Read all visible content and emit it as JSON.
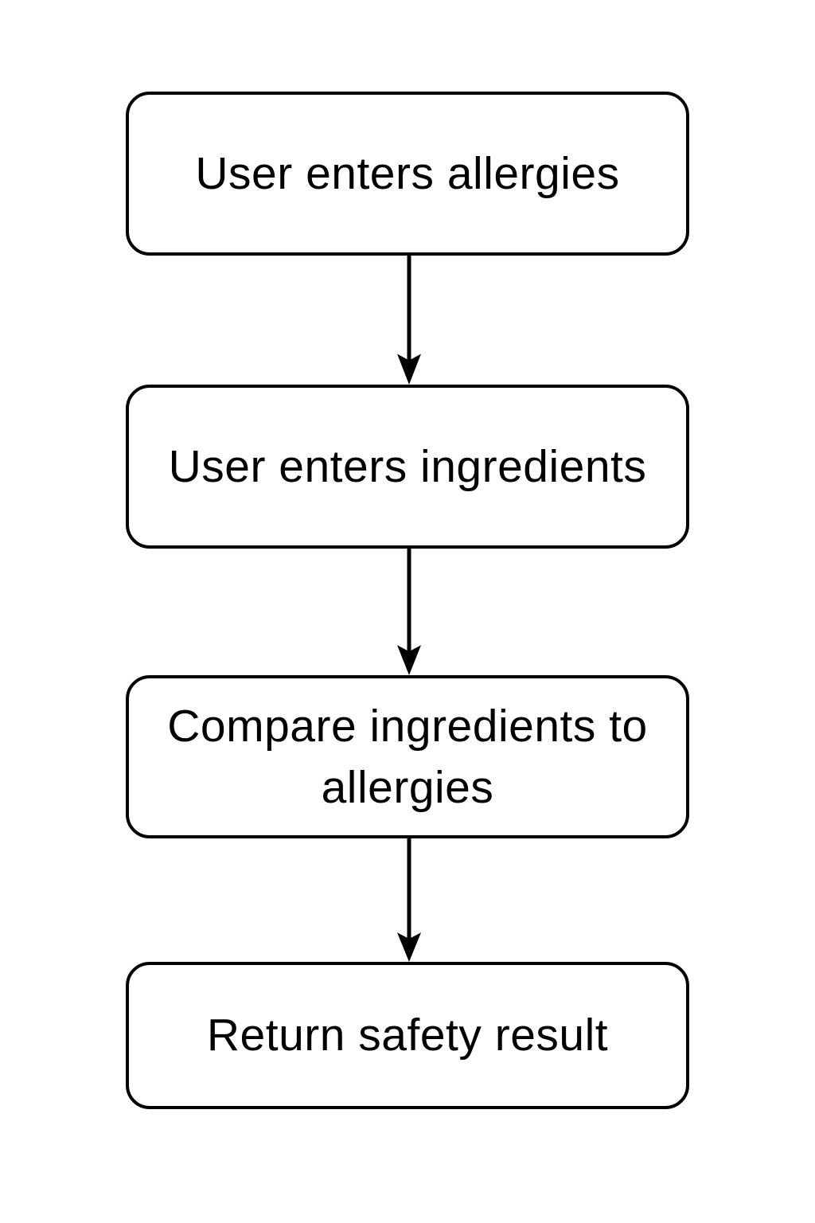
{
  "diagram": {
    "type": "flowchart",
    "direction": "top-down",
    "colors": {
      "background": "#ffffff",
      "node_fill": "#ffffff",
      "node_border": "#000000",
      "text": "#000000",
      "arrow": "#000000"
    },
    "nodes": [
      {
        "id": "enter-allergies",
        "label": "User enters allergies"
      },
      {
        "id": "enter-ingredients",
        "label": "User enters ingredients"
      },
      {
        "id": "compare",
        "label": "Compare ingredients to allergies"
      },
      {
        "id": "result",
        "label": "Return safety result"
      }
    ],
    "edges": [
      {
        "from": "enter-allergies",
        "to": "enter-ingredients",
        "style": "arrow-down"
      },
      {
        "from": "enter-ingredients",
        "to": "compare",
        "style": "arrow-down"
      },
      {
        "from": "compare",
        "to": "result",
        "style": "arrow-down"
      }
    ]
  }
}
